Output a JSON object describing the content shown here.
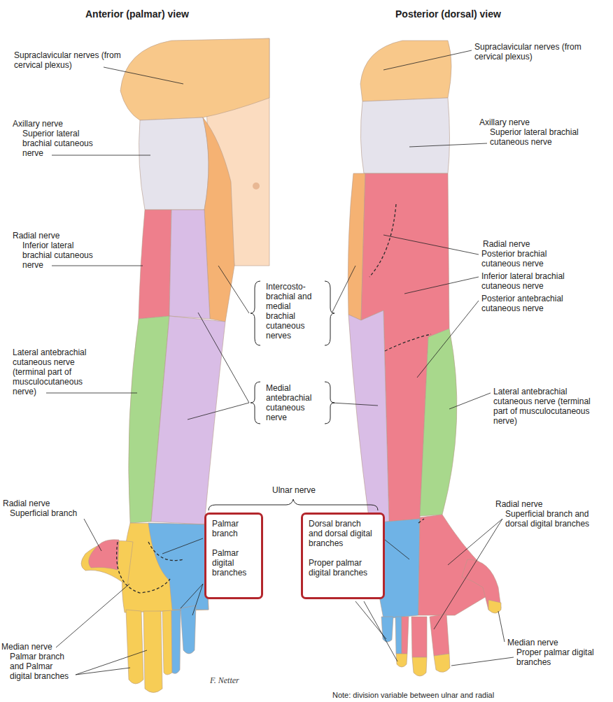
{
  "diagram": {
    "nodes": [
      {
        "text": [
          "Palmar branch",
          "Palmar digital branches"
        ]
      },
      {
        "text": [
          "Dorsal branch and dorsal digital branches",
          "Proper palmar digital branches"
        ]
      }
    ],
    "labels": [
      "Anterior (palmar) view",
      "Posterior (dorsal) view",
      "Supraclavicular nerves (from cervical plexus)",
      "Supraclavicular nerves (from cervical plexus)",
      "Axillary nerve",
      "Superior lateral brachial cutaneous nerve",
      "Axillary nerve",
      "Superior lateral brachial cutaneous nerve",
      "Radial nerve",
      "Inferior lateral brachial cutaneous nerve",
      "Radial nerve",
      "Posterior brachial cutaneous nerve",
      "Inferior lateral brachial cutaneous nerve",
      "Posterior antebrachial cutaneous nerve",
      "Intercosto-brachial and medial brachial cutaneous nerves",
      "Lateral antebrachial cutaneous nerve (terminal part of musculocutaneous nerve)",
      "Medial antebrachial cutaneous nerve",
      "Lateral antebrachial cutaneous nerve (terminal part of musculocutaneous nerve)",
      "Ulnar nerve",
      "Radial nerve",
      "Superficial branch",
      "Radial nerve",
      "Superficial branch and dorsal digital branches",
      "Median nerve",
      "Palmar branch and Palmar digital branches",
      "F. Netter",
      "Median nerve",
      "Proper palmar digital branches",
      "Note: division variable between ulnar and radial"
    ]
  }
}
